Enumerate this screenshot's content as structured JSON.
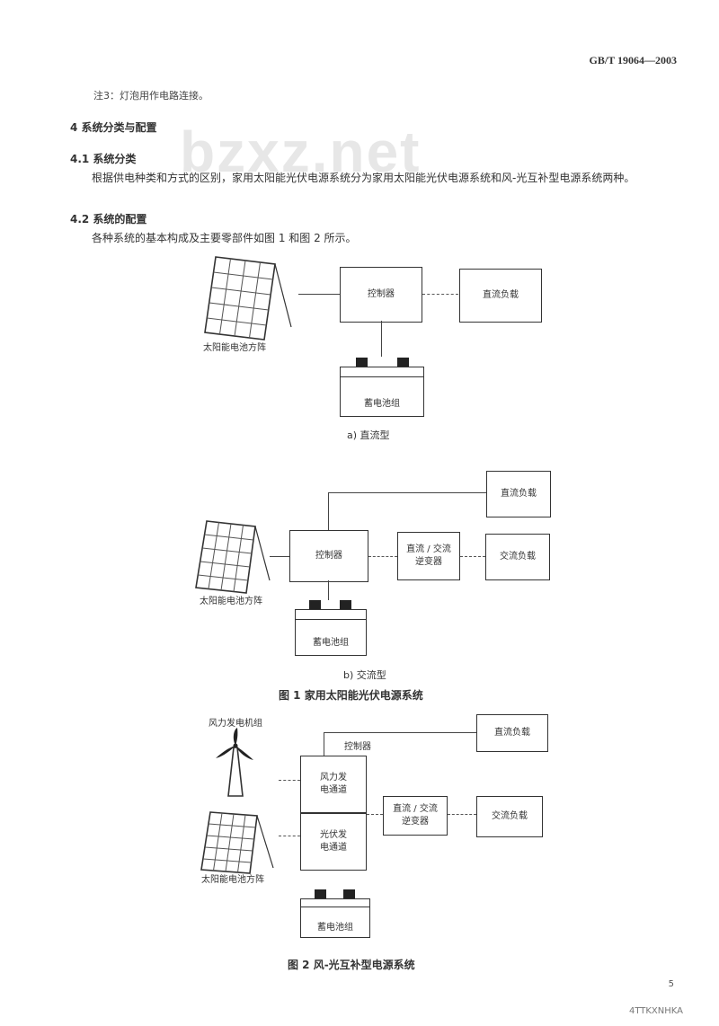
{
  "header": {
    "standard_number": "GB/T 19064—2003"
  },
  "watermark": "bzxz.net",
  "note": "注3：灯泡用作电路连接。",
  "section4": {
    "heading": "4  系统分类与配置",
    "s41_heading": "4.1  系统分类",
    "s41_text": "根据供电种类和方式的区别，家用太阳能光伏电源系统分为家用太阳能光伏电源系统和风-光互补型电源系统两种。",
    "s42_heading": "4.2  系统的配置",
    "s42_text": "各种系统的基本构成及主要零部件如图 1 和图 2 所示。"
  },
  "figure1a": {
    "controller": "控制器",
    "load": "直流负载",
    "array": "太阳能电池方阵",
    "battery": "蓄电池组",
    "caption": "a) 直流型"
  },
  "figure1b": {
    "controller": "控制器",
    "dc_load": "直流负载",
    "inverter": "直流 / 交流\n逆变器",
    "ac_load": "交流负载",
    "array": "太阳能电池方阵",
    "battery": "蓄电池组",
    "caption": "b) 交流型"
  },
  "figure1_title": "图 1  家用太阳能光伏电源系统",
  "figure2": {
    "wind_label": "风力发电机组",
    "controller_label": "控制器",
    "wind_channel": "风力发\n电通道",
    "pv_channel": "光伏发\n电通道",
    "dc_load": "直流负载",
    "inverter": "直流 / 交流\n逆变器",
    "ac_load": "交流负载",
    "array": "太阳能电池方阵",
    "battery": "蓄电池组",
    "title": "图 2  风-光互补型电源系统"
  },
  "page_number": "5",
  "footer": "4TTKXNHKA"
}
